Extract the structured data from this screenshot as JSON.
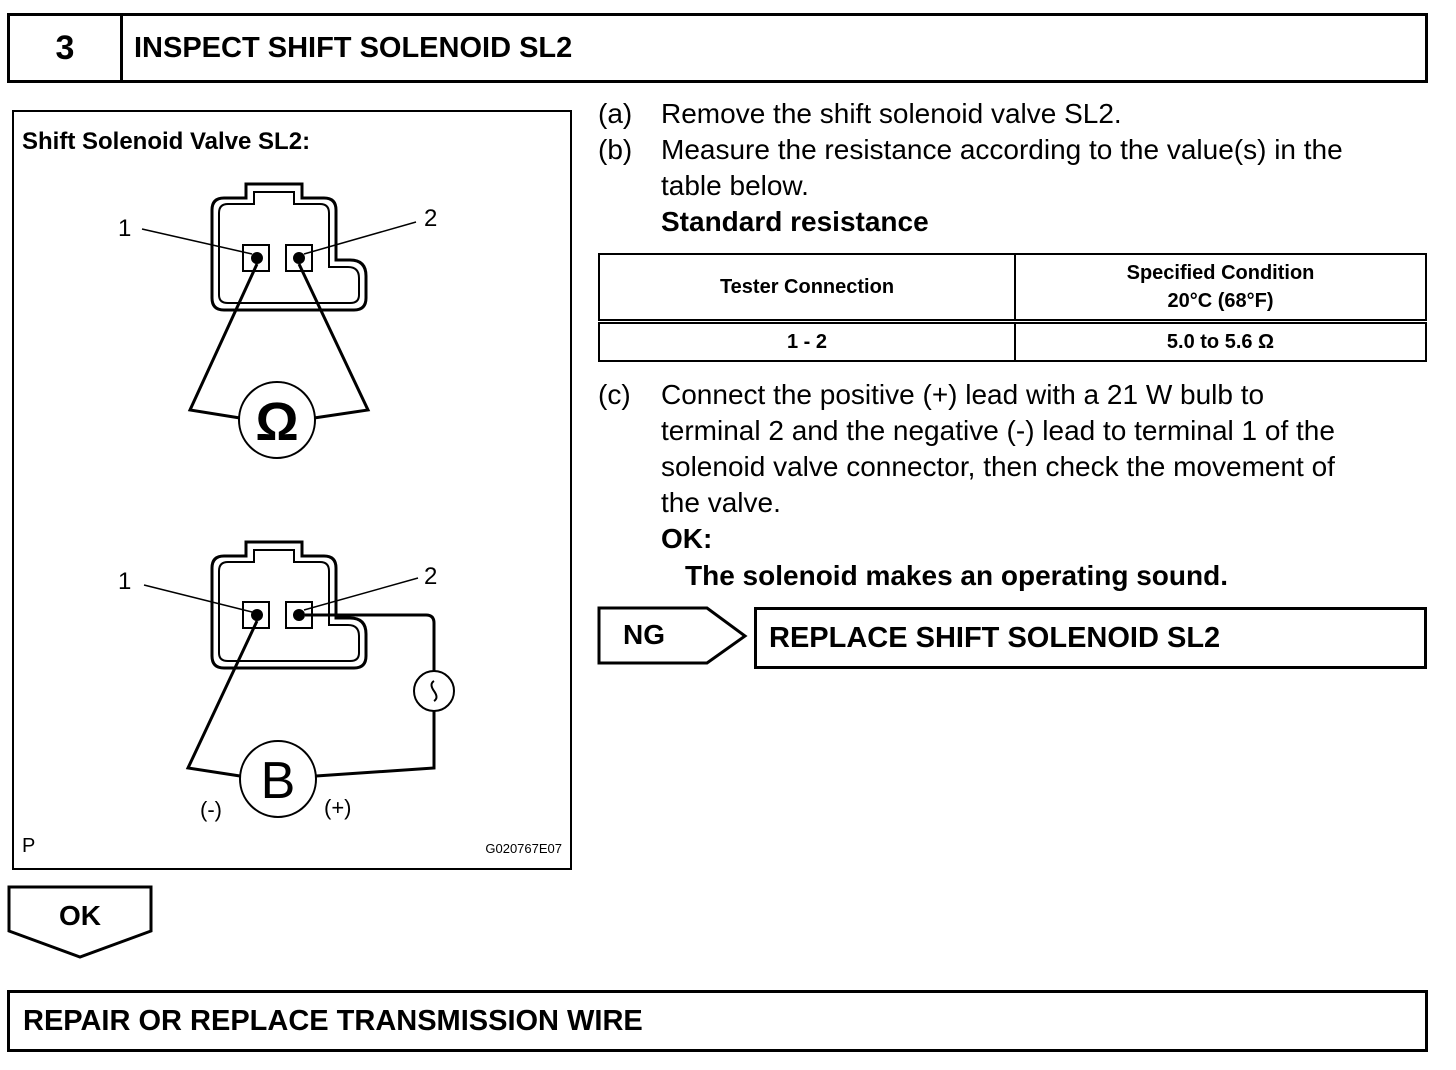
{
  "header": {
    "step_number": "3",
    "title": "INSPECT SHIFT SOLENOID SL2"
  },
  "figure": {
    "caption": "Shift Solenoid Valve SL2:",
    "terminal_1": "1",
    "terminal_2": "2",
    "ohmmeter_symbol": "Ω",
    "battery_symbol": "B",
    "battery_negative": "(-)",
    "battery_positive": "(+)",
    "corner_mark": "P",
    "figure_code": "G020767E07",
    "icons": [
      "ohmmeter-icon",
      "battery-icon",
      "bulb-icon",
      "connector-icon"
    ]
  },
  "steps": {
    "a": {
      "label": "(a)",
      "text": "Remove the shift solenoid valve SL2."
    },
    "b": {
      "label": "(b)",
      "text_line1": "Measure the resistance according to the value(s) in the",
      "text_line2": "table below.",
      "subheading": "Standard resistance"
    },
    "c": {
      "label": "(c)",
      "lines": [
        "Connect the positive (+) lead with a 21 W bulb to",
        "terminal 2 and the negative (-) lead to terminal 1 of the",
        "solenoid valve connector, then check the movement of",
        "the valve."
      ],
      "ok_label": "OK:",
      "ok_text": "The solenoid makes an operating sound."
    }
  },
  "resistance_table": {
    "headers": [
      "Tester Connection",
      "Specified Condition",
      "20°C (68°F)"
    ],
    "rows": [
      {
        "connection": "1 - 2",
        "condition": "5.0 to 5.6 Ω"
      }
    ]
  },
  "ng_branch": {
    "label": "NG",
    "action": "REPLACE SHIFT SOLENOID SL2"
  },
  "ok_branch": {
    "label": "OK",
    "action": "REPAIR OR REPLACE TRANSMISSION WIRE"
  }
}
